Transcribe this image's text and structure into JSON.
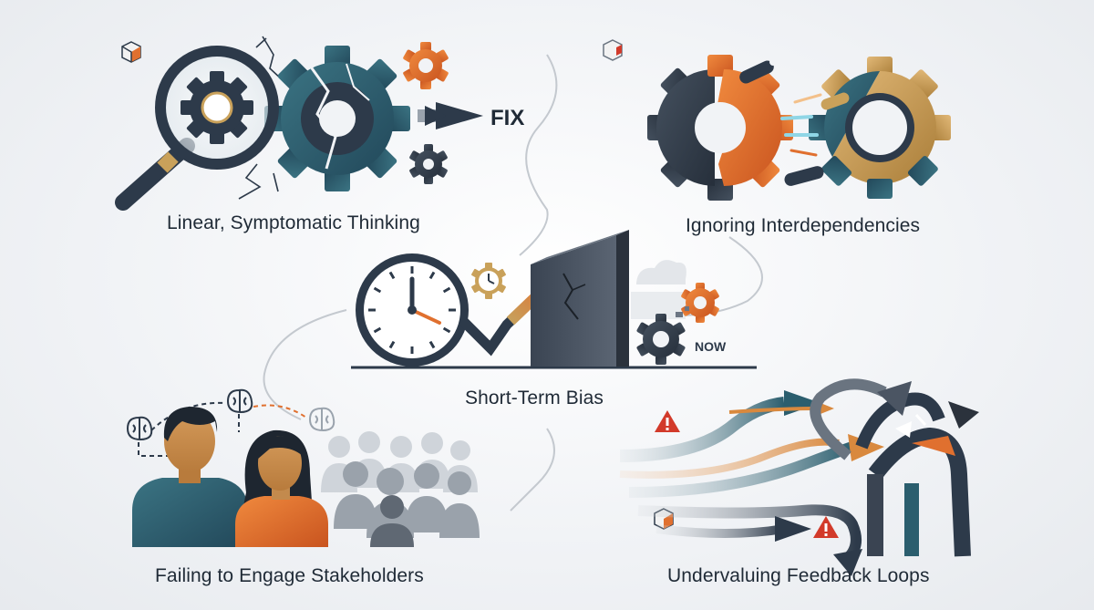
{
  "panels": {
    "linear": {
      "caption": "Linear, Symptomatic Thinking",
      "fix_label": "FIX"
    },
    "interdependencies": {
      "caption": "Ignoring Interdependencies"
    },
    "short_term": {
      "caption": "Short-Term Bias",
      "now_label": "NOW"
    },
    "stakeholders": {
      "caption": "Failing to Engage Stakeholders"
    },
    "feedback": {
      "caption": "Undervaluing Feedback Loops"
    }
  },
  "icons": [
    "magnifier-icon",
    "gear-icon",
    "broken-gear-icon",
    "arrow-right-icon",
    "clock-icon",
    "wall-icon",
    "person-icon",
    "brain-icon",
    "crowd-icon",
    "warning-icon",
    "cube-icon"
  ],
  "colors": {
    "navy": "#2d3a4a",
    "teal": "#2b5e6e",
    "orange": "#e0702f",
    "gold": "#c9a15a",
    "red": "#d23a2a",
    "caption": "#1f2a36"
  }
}
